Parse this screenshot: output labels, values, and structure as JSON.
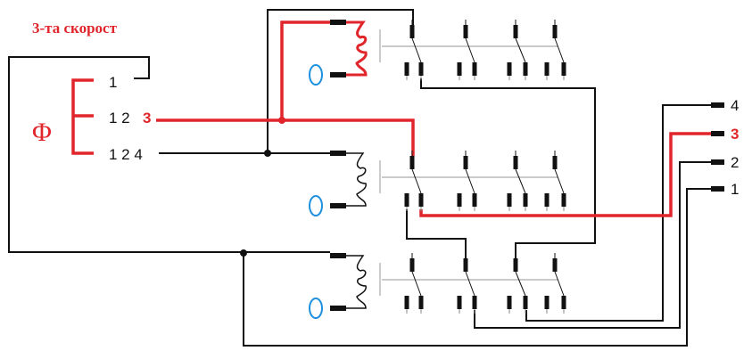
{
  "title": "3-та скорост",
  "switch": {
    "symbol": "Φ",
    "positions": [
      {
        "plain": "1",
        "active": ""
      },
      {
        "plain": "1 2",
        "active": "3"
      },
      {
        "plain": "1 2 4",
        "active": ""
      }
    ]
  },
  "outputs": [
    "4",
    "3",
    "2",
    "1"
  ],
  "active_output": "3",
  "colors": {
    "active": "#e0262b",
    "wire": "#111111",
    "coil_ring": "#1e90e0",
    "rod": "#aaaaaa"
  }
}
